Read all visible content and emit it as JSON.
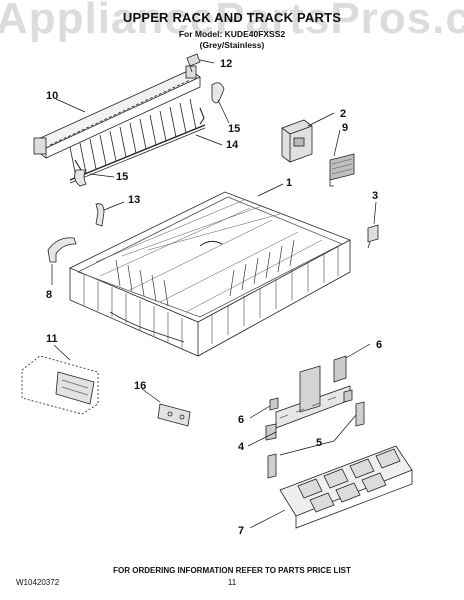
{
  "header": {
    "title": "UPPER RACK AND TRACK PARTS",
    "model_line": "For Model: KUDE40FXSS2",
    "variant": "(Grey/Stainless)"
  },
  "watermark": "AppliancePartsPros.com",
  "callouts": [
    "12",
    "10",
    "2",
    "15",
    "9",
    "14",
    "1",
    "15",
    "13",
    "3",
    "8",
    "11",
    "6",
    "16",
    "6",
    "4",
    "5",
    "7"
  ],
  "footer": {
    "doc_number": "W10420372",
    "page_number": "11",
    "note": "FOR ORDERING INFORMATION REFER TO PARTS PRICE LIST"
  }
}
